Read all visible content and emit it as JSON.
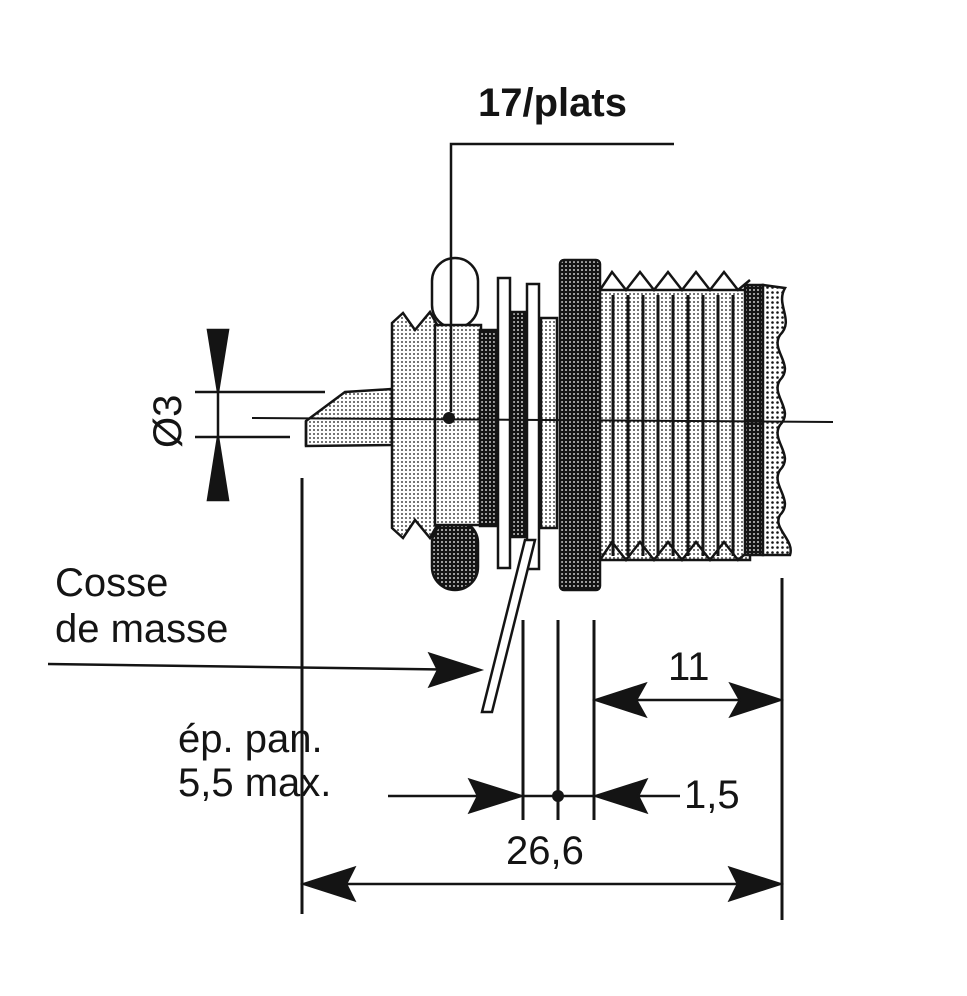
{
  "labels": {
    "wrench": "17/plats",
    "diameter": "Ø3",
    "ground_lug_line1": "Cosse",
    "ground_lug_line2": "de masse",
    "panel_line1": "ép. pan.",
    "panel_line2": "5,5 max.",
    "dim_thread": "11",
    "dim_flange": "1,5",
    "dim_total": "26,6"
  },
  "colors": {
    "ink": "#141414",
    "paper": "#ffffff"
  }
}
